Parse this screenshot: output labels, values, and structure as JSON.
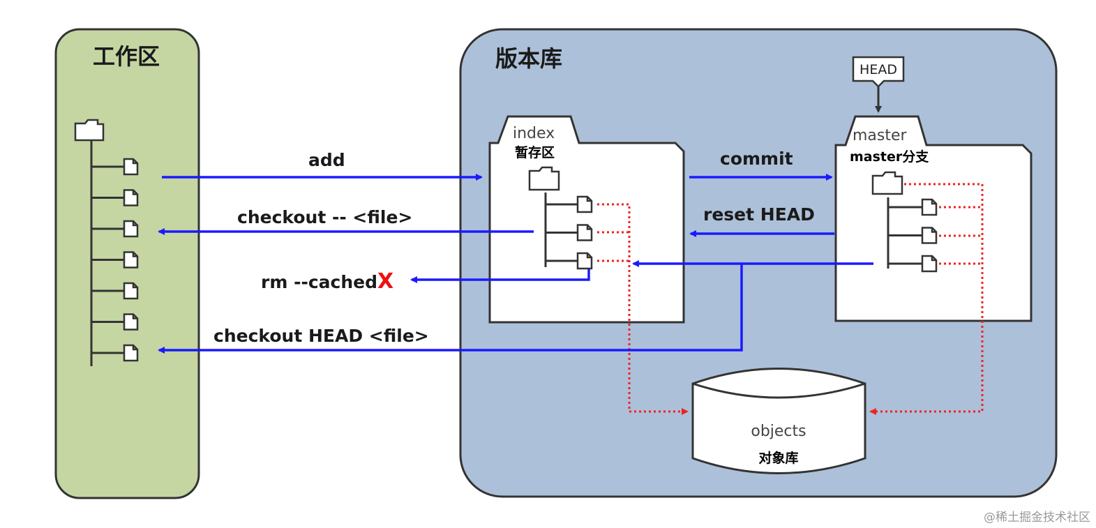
{
  "workspace": {
    "title": "工作区",
    "bg_color": "#c5d6a2",
    "file_count": 7
  },
  "repository": {
    "title": "版本库",
    "bg_color": "#adc0d9"
  },
  "index": {
    "tab_label": "index",
    "sub_label": "暂存区"
  },
  "master": {
    "tab_label": "master",
    "sub_label": "master分支"
  },
  "head": {
    "label": "HEAD"
  },
  "objects": {
    "label": "objects",
    "sub_label": "对象库"
  },
  "commands": {
    "add": "add",
    "checkout_file": "checkout -- <file>",
    "rm_cached": "rm --cached",
    "rm_cached_mark": "X",
    "checkout_head": "checkout HEAD <file>",
    "commit": "commit",
    "reset_head": "reset HEAD"
  },
  "watermark": "@稀土掘金技术社区",
  "colors": {
    "command_arrow": "#1a1aff",
    "object_link": "#ee2222"
  }
}
